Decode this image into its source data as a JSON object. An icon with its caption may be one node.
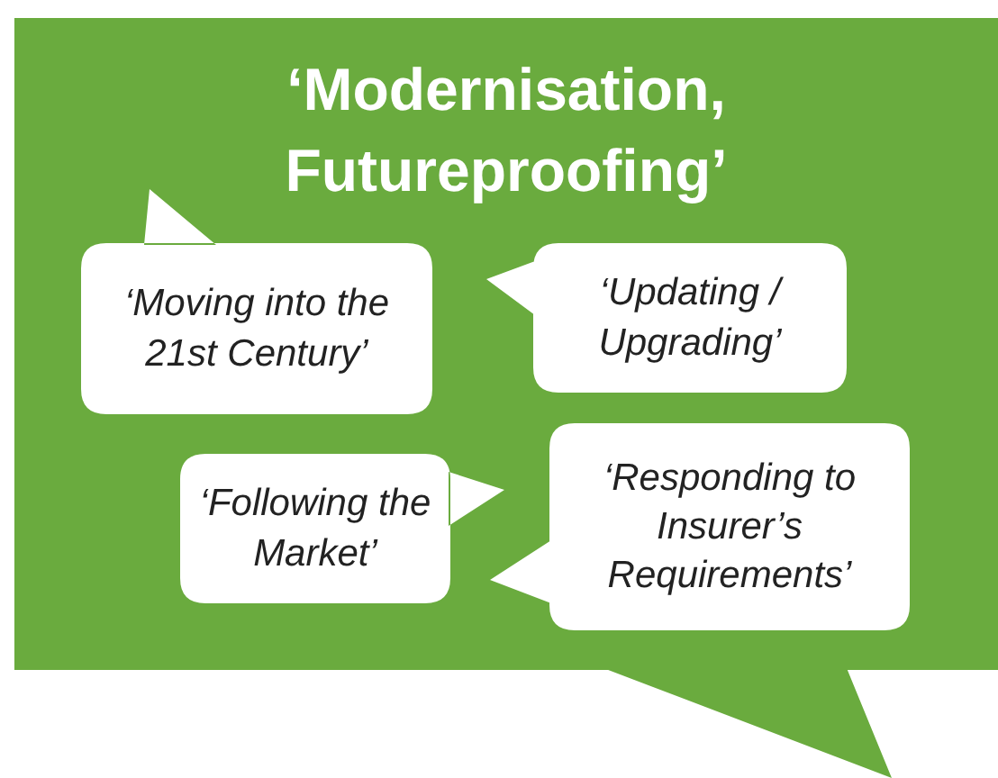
{
  "diagram": {
    "nodes": [
      {
        "text": [
          "‘Modernisation, Futureproofing’"
        ]
      },
      {
        "text": [
          "‘Moving into the 21st Century’"
        ],
        "in": 0
      },
      {
        "text": [
          "‘Updating / Upgrading’"
        ],
        "in": 0
      },
      {
        "text": [
          "‘Following the Market’"
        ],
        "in": 0
      },
      {
        "text": [
          "‘Responding to Insurer’s Requirements’"
        ],
        "in": 0
      }
    ]
  }
}
